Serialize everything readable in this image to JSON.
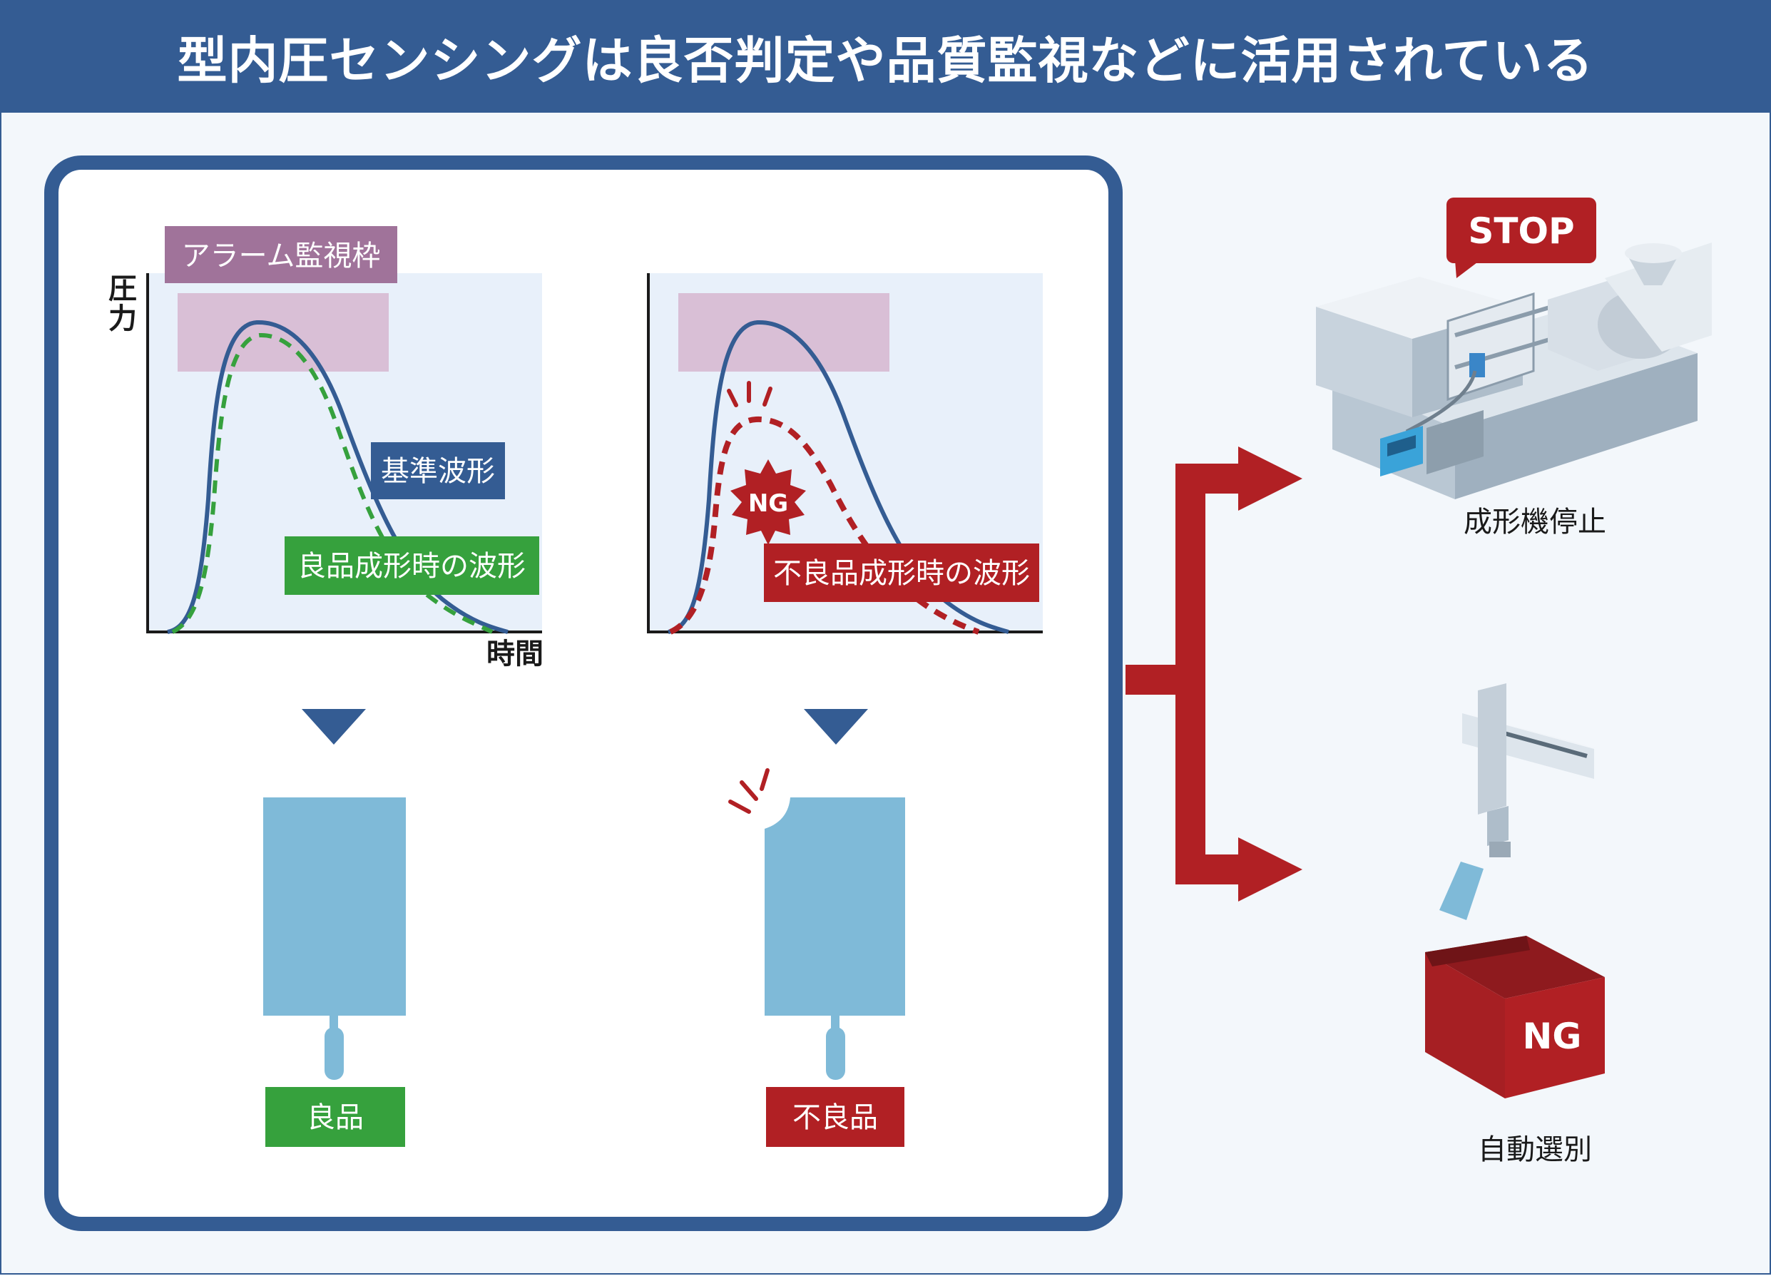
{
  "title": "型内圧センシングは良否判定や品質監視などに活用されている",
  "left_chart": {
    "alarm_label": "アラーム監視枠",
    "y_axis_label": "圧力",
    "x_axis_label": "時間",
    "reference_label": "基準波形",
    "good_wave_label": "良品成形時の波形"
  },
  "right_chart": {
    "ng_badge": "NG",
    "bad_wave_label": "不良品成形時の波形"
  },
  "products": {
    "good_label": "良品",
    "bad_label": "不良品"
  },
  "actions": {
    "stop_bubble": "STOP",
    "machine_stop_label": "成形機停止",
    "ng_box_label": "NG",
    "auto_sort_label": "自動選別"
  },
  "colors": {
    "header_blue": "#345c93",
    "reference_blue": "#345c93",
    "good_green": "#36a13d",
    "bad_red": "#b12024",
    "alarm_purple": "#a0739a",
    "alarm_band": "#d9bfd6",
    "product_blue": "#7fbad8"
  }
}
